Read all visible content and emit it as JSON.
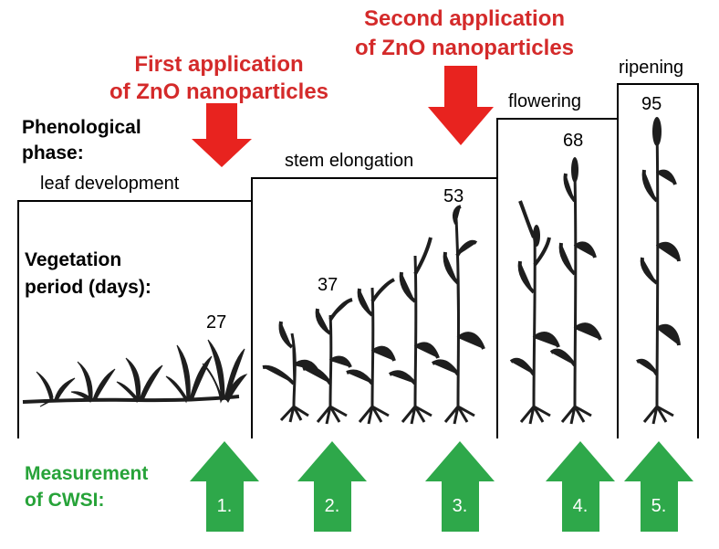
{
  "applications": [
    {
      "line1": "First application",
      "line2": "of ZnO nanoparticles"
    },
    {
      "line1": "Second application",
      "line2": "of ZnO nanoparticles"
    }
  ],
  "phenological_label": {
    "line1": "Phenological",
    "line2": "phase:"
  },
  "phases": [
    "leaf development",
    "stem elongation",
    "flowering",
    "ripening"
  ],
  "vegetation_label": {
    "line1": "Vegetation",
    "line2": "period (days):"
  },
  "days": [
    "27",
    "37",
    "53",
    "68",
    "95"
  ],
  "cwsi_label": {
    "line1": "Measurement",
    "line2": "of CWSI:"
  },
  "measurements": [
    "1.",
    "2.",
    "3.",
    "4.",
    "5."
  ],
  "colors": {
    "application_arrow": "#e8231f",
    "measurement_arrow": "#2ea84a",
    "application_text": "#d42a2a",
    "measurement_text": "#27a339"
  }
}
